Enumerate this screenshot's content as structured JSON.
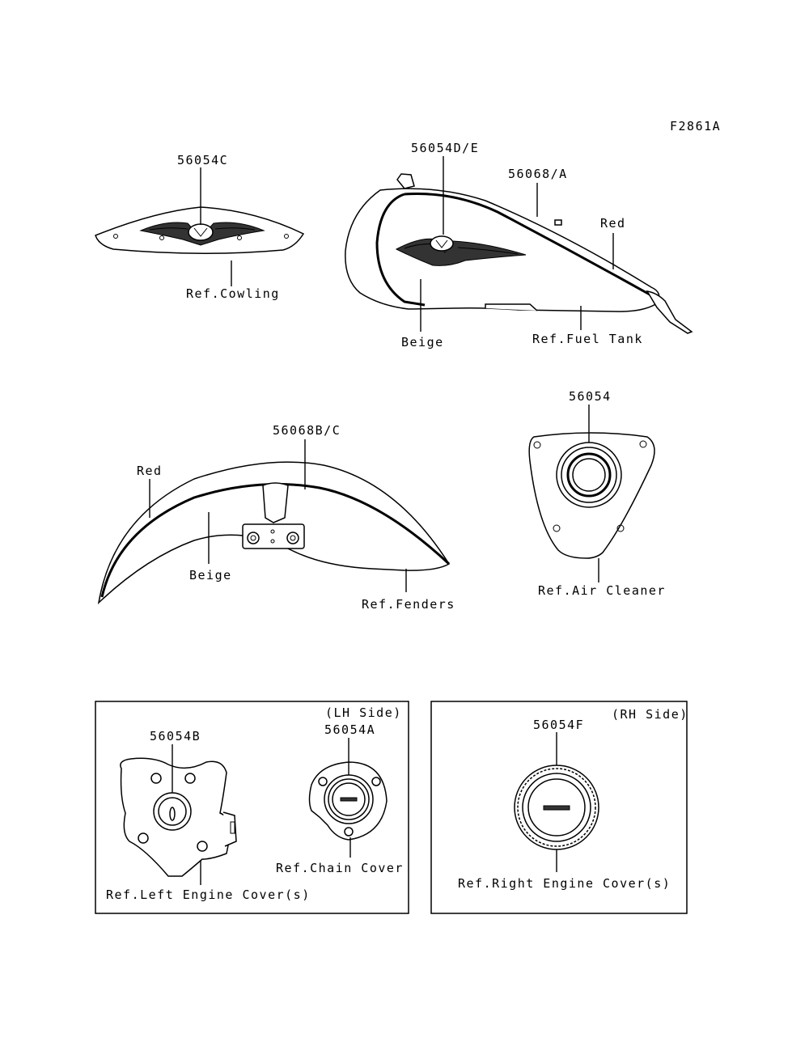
{
  "figure_id": "F2861A",
  "cowling": {
    "part_number": "56054C",
    "ref": "Ref.Cowling"
  },
  "fuel_tank": {
    "emblem_part": "56054D/E",
    "stripe_part": "56068/A",
    "color_top": "Red",
    "color_bottom": "Beige",
    "ref": "Ref.Fuel Tank"
  },
  "fender": {
    "stripe_part": "56068B/C",
    "color_top": "Red",
    "color_bottom": "Beige",
    "ref": "Ref.Fenders"
  },
  "air_cleaner": {
    "part_number": "56054",
    "ref": "Ref.Air Cleaner"
  },
  "lh_box": {
    "side_label": "(LH Side)",
    "engine_part": "56054B",
    "engine_ref": "Ref.Left Engine Cover(s)",
    "chain_part": "56054A",
    "chain_ref": "Ref.Chain Cover"
  },
  "rh_box": {
    "side_label": "(RH Side)",
    "engine_part": "56054F",
    "engine_ref": "Ref.Right Engine Cover(s)"
  }
}
